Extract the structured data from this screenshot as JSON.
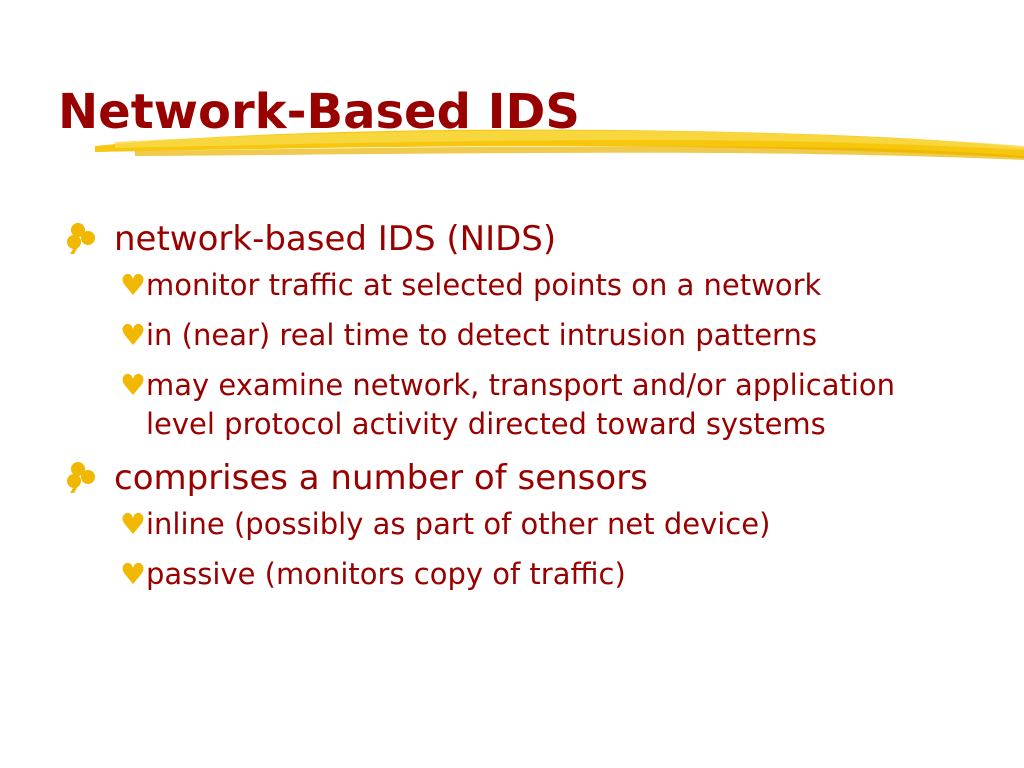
{
  "slide": {
    "title": "Network-Based IDS",
    "colors": {
      "text": "#990000",
      "bullet": "#f0b800",
      "underline": "#f5c400"
    },
    "bullets": [
      {
        "icon": "club-icon",
        "text": "network-based IDS (NIDS)",
        "children": [
          {
            "icon": "heart-icon",
            "text": "monitor traffic at selected points on a network"
          },
          {
            "icon": "heart-icon",
            "text": "in (near) real time to detect intrusion patterns"
          },
          {
            "icon": "heart-icon",
            "text": "may examine network, transport and/or application level protocol activity directed toward systems"
          }
        ]
      },
      {
        "icon": "club-icon",
        "text": "comprises a number of sensors",
        "children": [
          {
            "icon": "heart-icon",
            "text": "inline (possibly as part of other net device)"
          },
          {
            "icon": "heart-icon",
            "text": "passive (monitors copy of traffic)"
          }
        ]
      }
    ]
  }
}
